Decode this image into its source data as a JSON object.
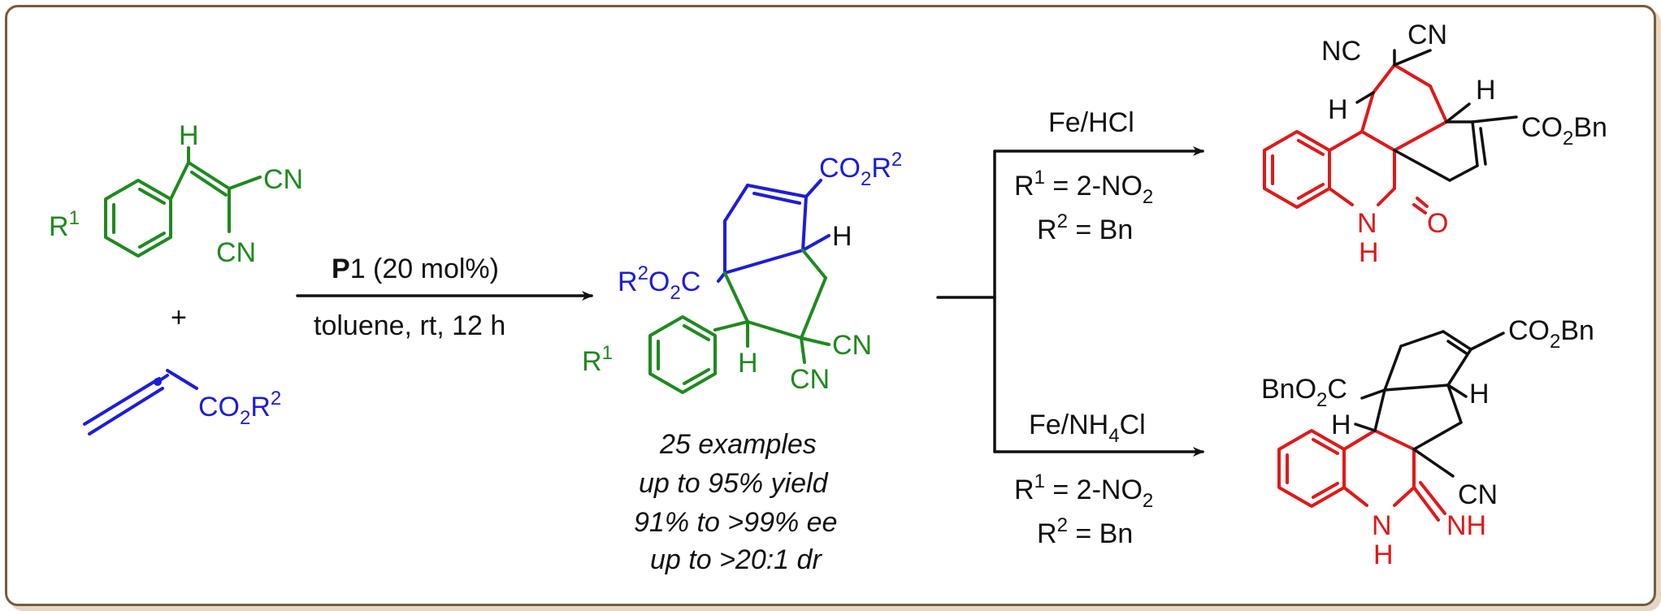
{
  "reactants": {
    "alkene": {
      "h": "H",
      "cn_top": "CN",
      "cn_bottom": "CN",
      "r1": "R",
      "r1_sup": "1"
    },
    "plus": "+",
    "allenoate": {
      "ester": "CO",
      "ester_sub": "2",
      "ester_r": "R",
      "ester_sup": "2"
    }
  },
  "arrow_main": {
    "catalyst_bold": "P",
    "catalyst_rest": "1 (20 mol%)",
    "conditions": "toluene, rt, 12 h"
  },
  "product": {
    "ester_top": {
      "a": "CO",
      "sub": "2",
      "b": "R",
      "sup": "2"
    },
    "ester_left": {
      "a": "R",
      "sup": "2",
      "b": "O",
      "sub": "2",
      "c": "C"
    },
    "h_right": "H",
    "h_bottom": "H",
    "cn_right": "CN",
    "cn_bottom": "CN",
    "r1": "R",
    "r1_sup": "1",
    "stats": [
      "25 examples",
      "up to 95% yield",
      "91% to >99% ee",
      "up to >20:1 dr"
    ]
  },
  "branch_top": {
    "reagent": "Fe/HCl",
    "r1_line": {
      "a": "R",
      "sup": "1",
      "b": " = 2-NO",
      "sub": "2"
    },
    "r2_line": {
      "a": "R",
      "sup": "2",
      "b": " = Bn"
    }
  },
  "branch_bottom": {
    "reagent_a": "Fe/NH",
    "reagent_sub": "4",
    "reagent_b": "Cl",
    "r1_line": {
      "a": "R",
      "sup": "1",
      "b": " = 2-NO",
      "sub": "2"
    },
    "r2_line": {
      "a": "R",
      "sup": "2",
      "b": " = Bn"
    }
  },
  "product_top": {
    "nc": "NC",
    "cn": "CN",
    "h_left": "H",
    "h_right": "H",
    "ester": {
      "a": "CO",
      "sub": "2",
      "b": "Bn"
    },
    "nh_n": "N",
    "nh_h": "H",
    "o": "O"
  },
  "product_bottom": {
    "ester_right": {
      "a": "CO",
      "sub": "2",
      "b": "Bn"
    },
    "ester_left": {
      "a": "BnO",
      "sub": "2",
      "b": "C"
    },
    "h_left": "H",
    "h_right": "H",
    "cn": "CN",
    "nh_n": "N",
    "nh_h": "H",
    "imine": "NH"
  },
  "colors": {
    "green": "#1e8a1e",
    "blue": "#1d1dd8",
    "red": "#e11818",
    "frame": "#7a5a3c"
  }
}
